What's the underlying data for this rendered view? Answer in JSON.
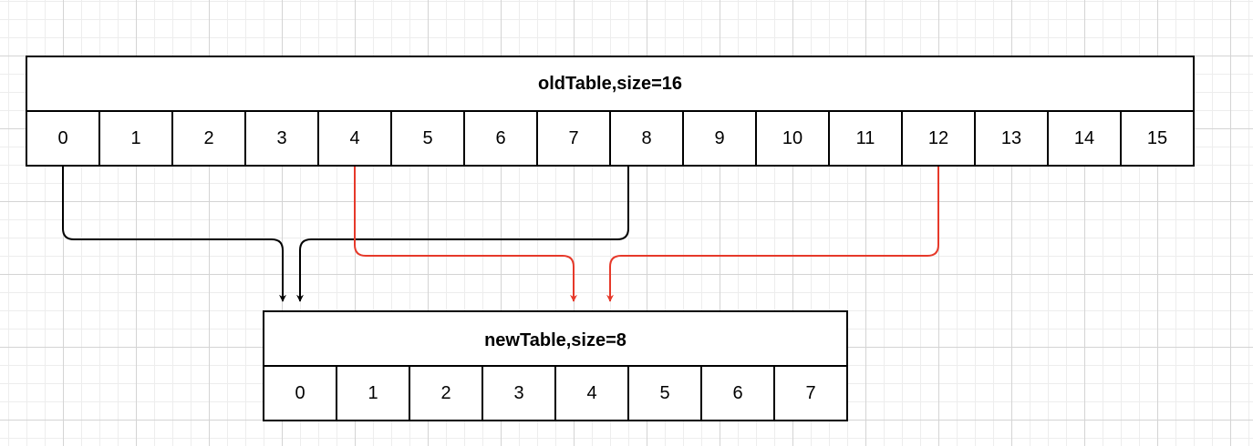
{
  "old_table": {
    "title": "oldTable,size=16",
    "cells": [
      "0",
      "1",
      "2",
      "3",
      "4",
      "5",
      "6",
      "7",
      "8",
      "9",
      "10",
      "11",
      "12",
      "13",
      "14",
      "15"
    ]
  },
  "new_table": {
    "title": "newTable,size=8",
    "cells": [
      "0",
      "1",
      "2",
      "3",
      "4",
      "5",
      "6",
      "7"
    ]
  },
  "mappings": [
    {
      "from": "0",
      "to": "0",
      "color": "#000000"
    },
    {
      "from": "8",
      "to": "0",
      "color": "#000000"
    },
    {
      "from": "4",
      "to": "4",
      "color": "#e6392a"
    },
    {
      "from": "12",
      "to": "4",
      "color": "#e6392a"
    }
  ]
}
